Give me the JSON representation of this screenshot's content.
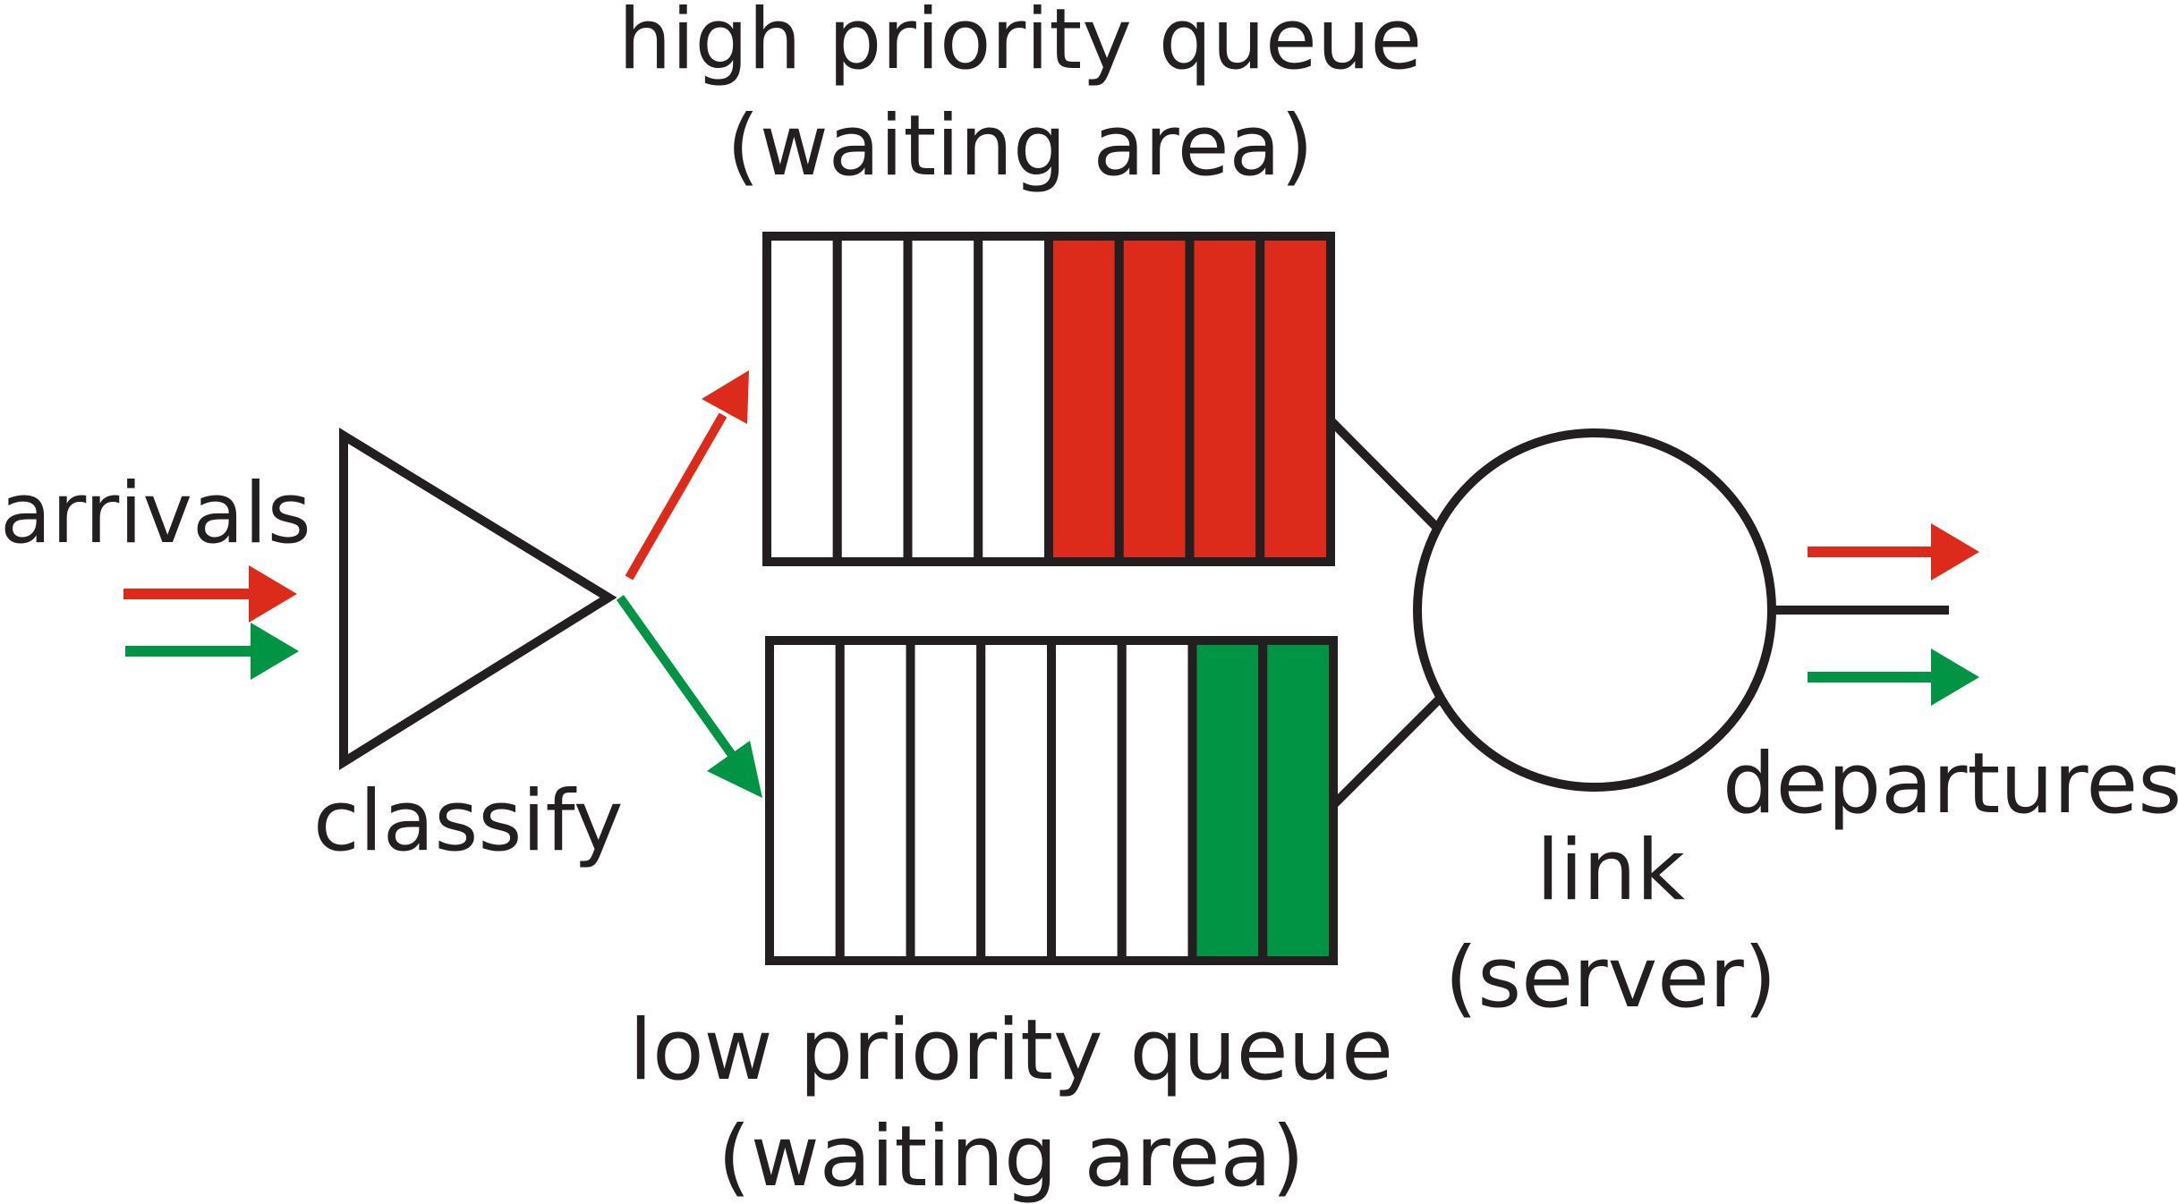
{
  "labels": {
    "high_queue_line1": "high priority queue",
    "high_queue_line2": "(waiting area)",
    "low_queue_line1": "low priority queue",
    "low_queue_line2": "(waiting area)",
    "arrivals": "arrivals",
    "classify": "classify",
    "link": "link",
    "server": "(server)",
    "departures": "departures"
  },
  "colors": {
    "high_priority": "#dc2b1b",
    "low_priority": "#009444",
    "outline": "#231f20"
  },
  "queues": {
    "high": {
      "slots": 8,
      "filled": 4
    },
    "low": {
      "slots": 8,
      "filled": 2
    }
  }
}
